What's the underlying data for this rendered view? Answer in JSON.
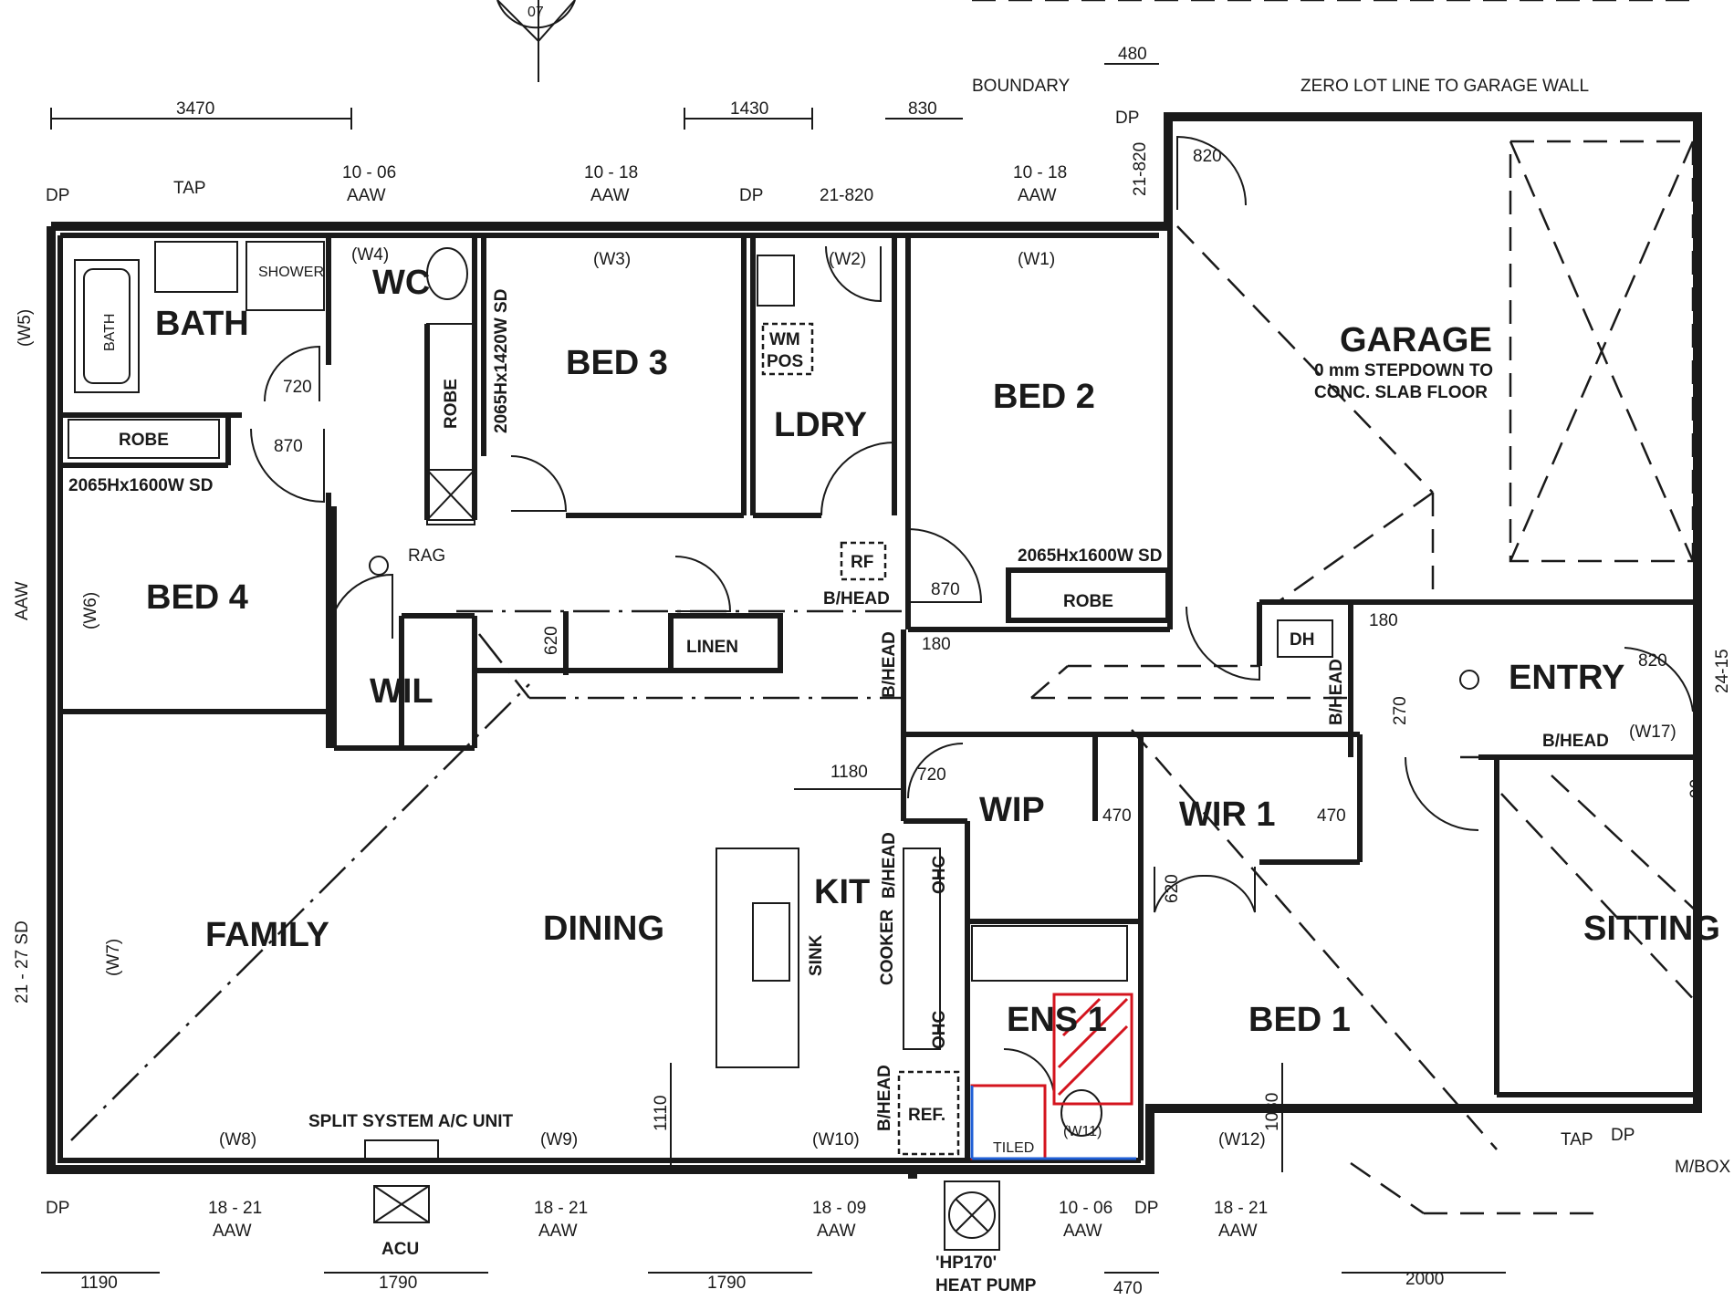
{
  "rooms": {
    "bath": "BATH",
    "wc": "WC",
    "bed3": "BED 3",
    "ldry": "LDRY",
    "bed2": "BED 2",
    "garage": "GARAGE",
    "bed4": "BED 4",
    "wil": "WIL",
    "entry": "ENTRY",
    "wip": "WIP",
    "wir1": "WIR 1",
    "family": "FAMILY",
    "dining": "DINING",
    "kit": "KIT",
    "ens1": "ENS 1",
    "bed1": "BED 1",
    "sitting": "SITTING"
  },
  "notes": {
    "boundary": "BOUNDARY",
    "zero_lot": "ZERO LOT LINE TO GARAGE WALL",
    "stepdown_1": "0 mm  STEPDOWN TO",
    "stepdown_2": "CONC. SLAB FLOOR",
    "robe": "ROBE",
    "robe_sd_1": "2065Hx1600W SD",
    "robe_sd_2": "2065Hx1600W SD",
    "robe_sd_3": "2065Hx1420W SD",
    "linen": "LINEN",
    "rag": "RAG",
    "rf": "RF",
    "bhead": "B/HEAD",
    "wm_1": "WM",
    "wm_2": "POS",
    "dh": "DH",
    "ohc": "OHC",
    "cooker": "COOKER",
    "sink": "SINK",
    "ref": "REF.",
    "split": "SPLIT SYSTEM A/C UNIT",
    "acu": "ACU",
    "hp_1": "'HP170'",
    "hp_2": "HEAT PUMP",
    "tiled": "TILED",
    "tap": "TAP",
    "dp": "DP",
    "mbox": "M/BOX",
    "bathtub": "BATH",
    "shower": "SHOWER",
    "sd_vertical": "21 - 27 SD",
    "aaw": "AAW",
    "plan_ref": "07"
  },
  "windows": {
    "w1": "(W1)",
    "w2": "(W2)",
    "w3": "(W3)",
    "w4": "(W4)",
    "w5": "(W5)",
    "w6": "(W6)",
    "w7": "(W7)",
    "w8": "(W8)",
    "w9": "(W9)",
    "w10": "(W10)",
    "w11": "(W11)",
    "w12": "(W12)",
    "w17": "(W17)"
  },
  "window_sizes": {
    "top_1": "10 - 06",
    "top_2": "10 - 18",
    "top_3": "21-820",
    "top_4": "10 - 18",
    "bot_1": "18 - 21",
    "bot_2": "18 - 21",
    "bot_3": "18 - 09",
    "bot_4": "10 - 06",
    "bot_5": "18 - 21",
    "side_1": "21-820",
    "side_2": "24-15"
  },
  "dims": {
    "d3470": "3470",
    "d1430": "1430",
    "d830": "830",
    "d480": "480",
    "d820": "820",
    "d720": "720",
    "d870": "870",
    "d620": "620",
    "d180": "180",
    "d470": "470",
    "d270": "270",
    "d1180": "1180",
    "d1110": "1110",
    "d1030": "1030",
    "d90": "90",
    "b1190": "1190",
    "b1790a": "1790",
    "b1790b": "1790",
    "b470": "470",
    "b2000": "2000"
  }
}
